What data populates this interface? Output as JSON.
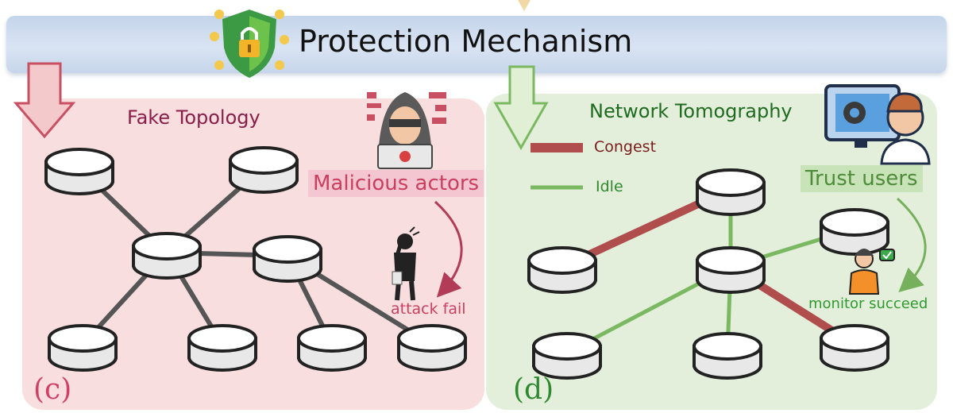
{
  "banner": {
    "title": "Protection Mechanism"
  },
  "panel_c": {
    "title": "Fake Topology",
    "tag": "(c)",
    "actor_label": "Malicious actors",
    "result_label": "attack fail"
  },
  "panel_d": {
    "title": "Network Tomography",
    "tag": "(d)",
    "actor_label": "Trust users",
    "result_label": "monitor succeed",
    "legend": {
      "congest": {
        "label": "Congest",
        "color": "#b04e4e"
      },
      "idle": {
        "label": "Idle",
        "color": "#7bb862"
      }
    }
  },
  "colors": {
    "banner": "#d4e0f0",
    "panel_c_bg": "#f8dede",
    "panel_d_bg": "#e3efdb",
    "fake_link": "#555555",
    "arrow_pink": "#c94f62",
    "arrow_green": "#7bb862"
  }
}
